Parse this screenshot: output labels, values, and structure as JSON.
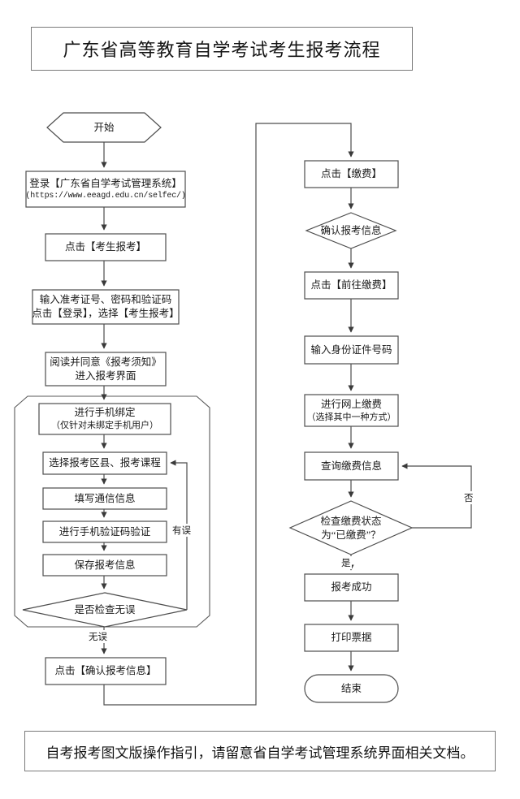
{
  "header": {
    "title": "广东省高等教育自学考试考生报考流程"
  },
  "footer": {
    "note": "自考报考图文版操作指引，请留意省自学考试管理系统界面相关文档。"
  },
  "flow": {
    "left_column": {
      "start": {
        "label": "开始",
        "shape": "hexagon"
      },
      "login": {
        "line1": "登录【广东省自学考试管理系统】",
        "line2": "(https://www.eeagd.edu.cn/selfec/)",
        "shape": "rect"
      },
      "click_apply": {
        "label": "点击【考生报考】",
        "shape": "rect"
      },
      "enter_credentials": {
        "line1": "输入准考证号、密码和验证码",
        "line2": "点击【登录】，选择【考生报考】",
        "shape": "rect"
      },
      "read_notice": {
        "line1": "阅读并同意《报考须知》",
        "line2": "进入报考界面",
        "shape": "rect"
      },
      "bind_phone": {
        "line1": "进行手机绑定",
        "line2": "（仅针对未绑定手机用户）",
        "shape": "rect"
      },
      "select_course": {
        "label": "选择报考区县、报考课程",
        "shape": "rect"
      },
      "fill_contact": {
        "label": "填写通信信息",
        "shape": "rect"
      },
      "verify_sms": {
        "label": "进行手机验证码验证",
        "shape": "rect"
      },
      "save_info": {
        "label": "保存报考信息",
        "shape": "rect"
      },
      "check_decision": {
        "label": "是否检查无误",
        "shape": "diamond"
      },
      "confirm_info": {
        "label": "点击【确认报考信息】",
        "shape": "rect"
      }
    },
    "right_column": {
      "click_pay": {
        "label": "点击【缴费】",
        "shape": "rect"
      },
      "confirm_apply": {
        "label": "确认报考信息",
        "shape": "diamond"
      },
      "go_pay": {
        "label": "点击【前往缴费】",
        "shape": "rect"
      },
      "enter_id": {
        "label": "输入身份证件号码",
        "shape": "rect"
      },
      "online_pay": {
        "line1": "进行网上缴费",
        "line2": "（选择其中一种方式）",
        "shape": "rect"
      },
      "query_payment": {
        "label": "查询缴费信息",
        "shape": "rect"
      },
      "payment_status": {
        "line1": "检查缴费状态",
        "line2": "为“已缴费”？",
        "shape": "diamond"
      },
      "apply_success": {
        "label": "报考成功",
        "shape": "rect"
      },
      "print_receipt": {
        "label": "打印票据",
        "shape": "rect"
      },
      "end": {
        "label": "结束",
        "shape": "stadium"
      }
    },
    "edge_labels": {
      "error": "有误",
      "no_error": "无误",
      "yes": "是",
      "no": "否"
    }
  },
  "colors": {
    "stroke": "#4d4d4d",
    "banner_border": "#7a7a7a",
    "text": "#1a1a1a",
    "background": "#ffffff"
  }
}
